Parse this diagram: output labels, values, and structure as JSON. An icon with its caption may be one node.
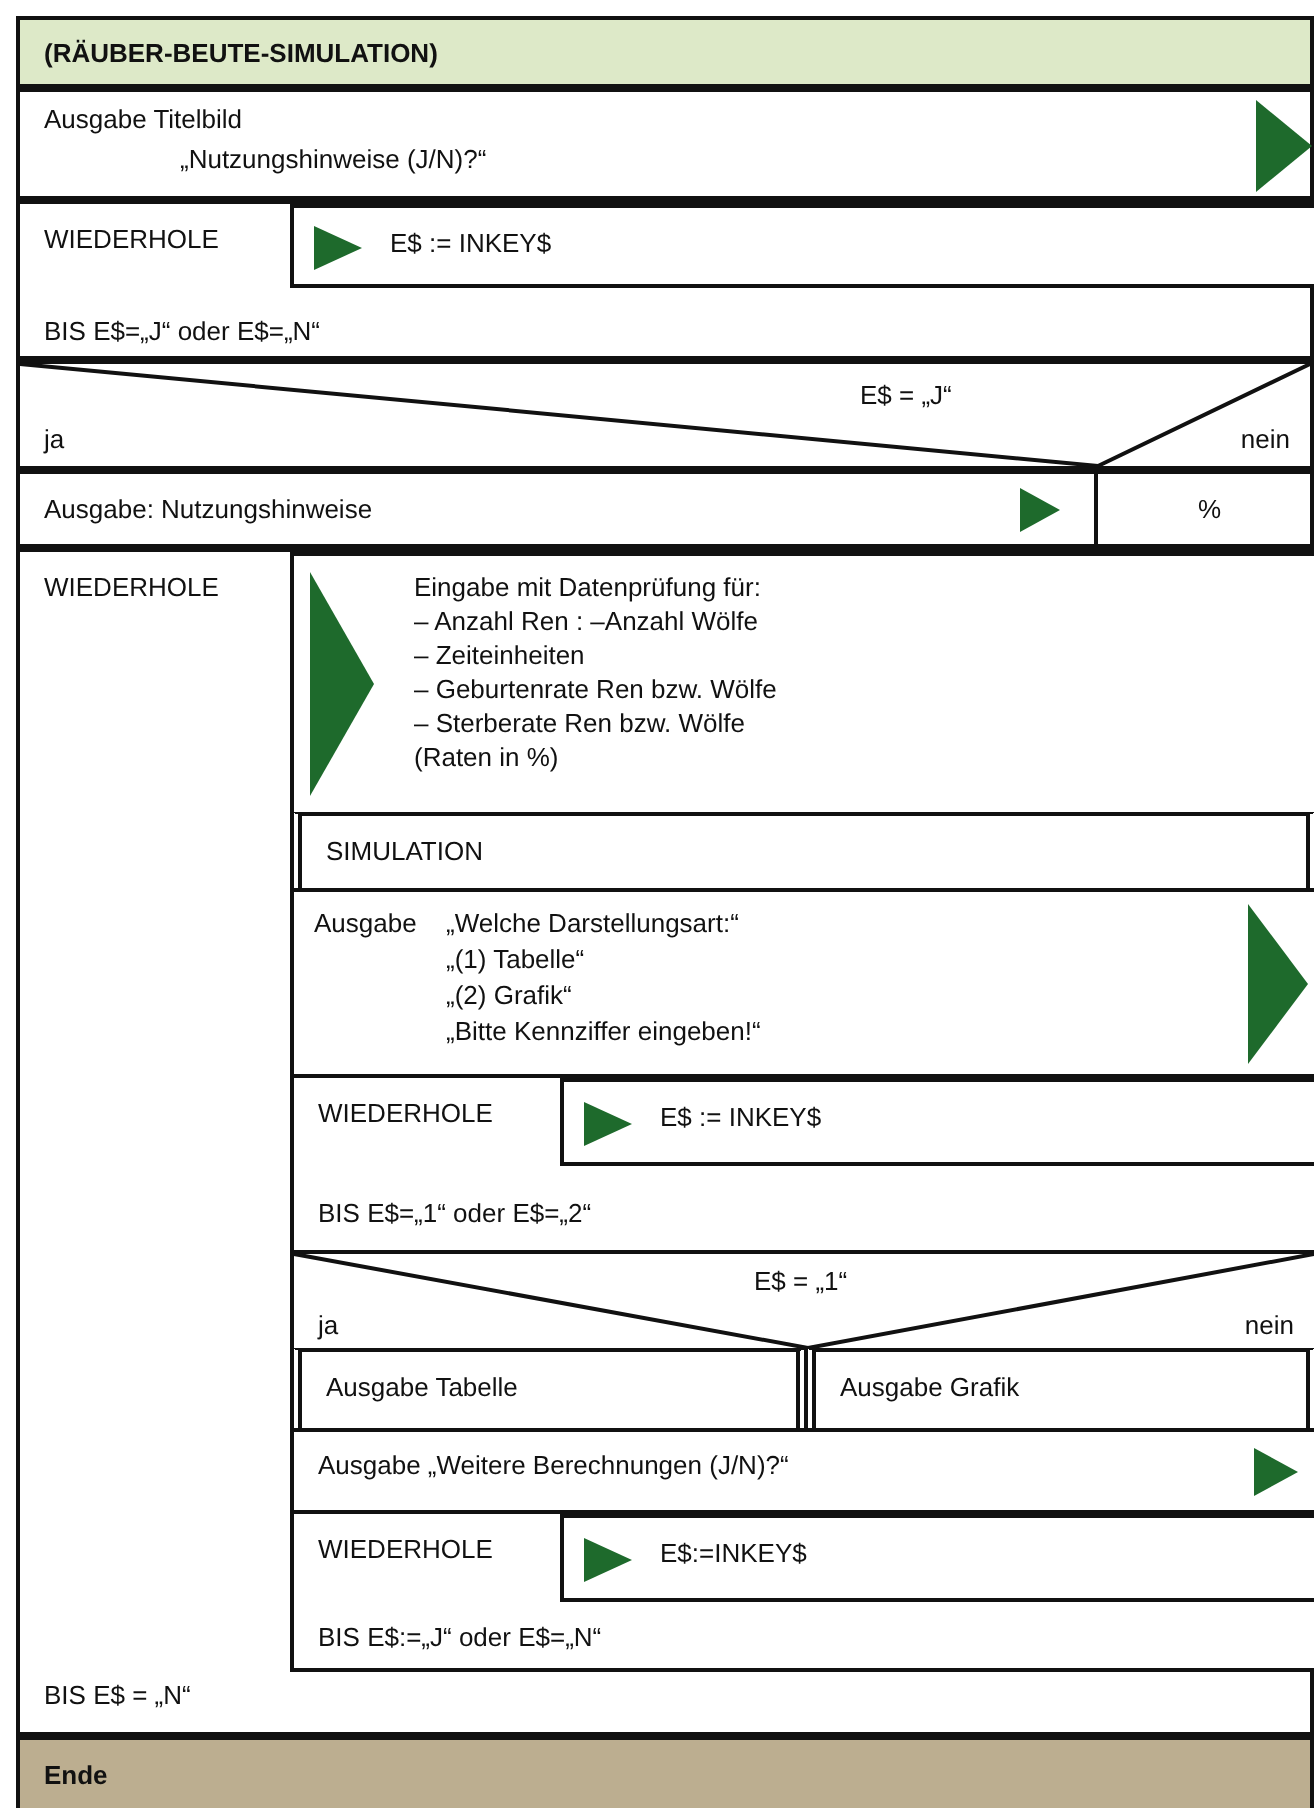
{
  "diagram": {
    "nodes": [
      {
        "text": [
          "(RÄUBER-BEUTE-SIMULATION)"
        ]
      },
      {
        "text": [
          "Ausgabe Titelbild",
          "„Nutzungshinweise (J/N)?“"
        ]
      },
      {
        "text": [
          "WIEDERHOLE",
          "BIS E$=„J“ oder E$=„N“"
        ]
      },
      {
        "text": [
          "E$ := INKEY$"
        ],
        "in": 2
      },
      {
        "text": [
          "E$ = „J“",
          "ja",
          "nein"
        ]
      },
      {
        "text": [
          "Ausgabe: Nutzungshinweise"
        ]
      },
      {
        "text": [
          "%"
        ]
      },
      {
        "text": [
          "WIEDERHOLE",
          "BIS E$ = „N“"
        ]
      },
      {
        "text": [
          "Eingabe mit Datenprüfung für:",
          "– Anzahl Ren : –Anzahl Wölfe",
          "– Zeiteinheiten",
          "– Geburtenrate Ren bzw. Wölfe",
          "– Sterberate Ren bzw. Wölfe",
          "(Raten in %)"
        ],
        "in": 7
      },
      {
        "text": [
          "SIMULATION"
        ],
        "in": 7
      },
      {
        "text": [
          "Ausgabe",
          "„Welche Darstellungsart:“",
          "„(1) Tabelle“",
          "„(2) Grafik“",
          "„Bitte Kennziffer eingeben!“"
        ],
        "in": 7
      },
      {
        "text": [
          "WIEDERHOLE",
          "BIS E$=„1“ oder E$=„2“"
        ],
        "in": 7
      },
      {
        "text": [
          "E$ := INKEY$"
        ],
        "in": 11
      },
      {
        "text": [
          "E$ = „1“",
          "ja",
          "nein"
        ],
        "in": 7
      },
      {
        "text": [
          "Ausgabe Tabelle"
        ],
        "in": 7
      },
      {
        "text": [
          "Ausgabe Grafik"
        ],
        "in": 7
      },
      {
        "text": [
          "Ausgabe „Weitere Berechnungen (J/N)?“"
        ],
        "in": 7
      },
      {
        "text": [
          "WIEDERHOLE",
          "BIS E$:=„J“ oder E$=„N“"
        ],
        "in": 7
      },
      {
        "text": [
          "E$:=INKEY$"
        ],
        "in": 17
      },
      {
        "text": [
          "Ende"
        ]
      }
    ]
  }
}
